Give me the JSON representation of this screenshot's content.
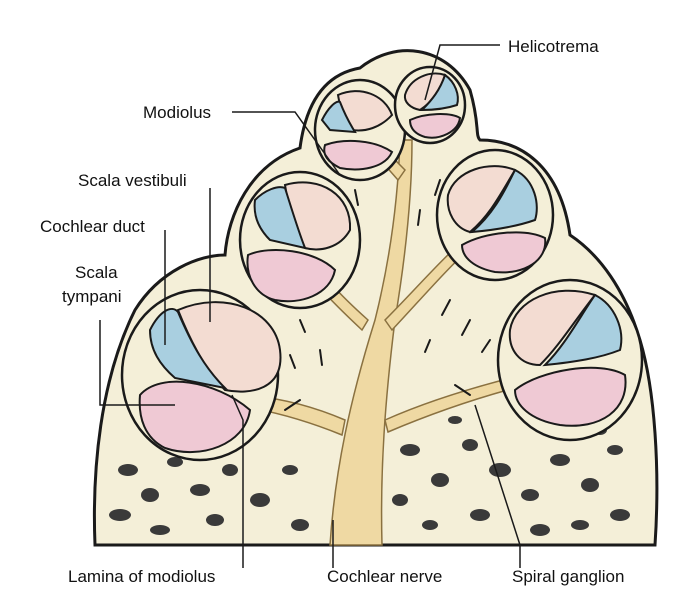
{
  "labels": {
    "helicotrema": "Helicotrema",
    "modiolus": "Modiolus",
    "scala_vestibuli": "Scala vestibuli",
    "cochlear_duct": "Cochlear duct",
    "scala_tympani_line1": "Scala",
    "scala_tympani_line2": "tympani",
    "lamina_of_modiolus": "Lamina of modiolus",
    "cochlear_nerve": "Cochlear nerve",
    "spiral_ganglion": "Spiral ganglion"
  },
  "colors": {
    "bone": "#f4efd8",
    "outline": "#1a1a1a",
    "scala_vestibuli": "#f3dcd2",
    "scala_tympani": "#efc9d4",
    "cochlear_duct": "#a9cfe0",
    "nerve": "#efd9a3",
    "spongy_bone": "#3a3a3a"
  }
}
